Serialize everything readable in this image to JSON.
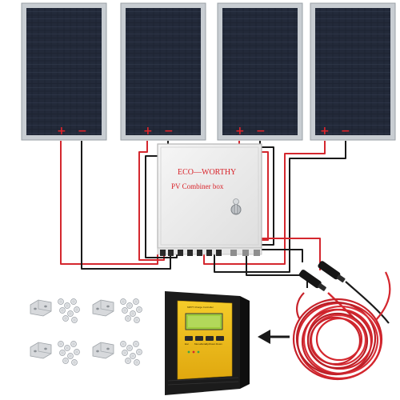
{
  "combiner_box": {
    "brand": "ECO—WORTHY",
    "label": "PV  Combiner  box"
  },
  "panels": [
    {
      "plus": "+",
      "minus": "−"
    },
    {
      "plus": "+",
      "minus": "−"
    },
    {
      "plus": "+",
      "minus": "−"
    },
    {
      "plus": "+",
      "minus": "−"
    }
  ],
  "controller": {
    "title": "MPPT Charge Controller",
    "button_labels": [
      "Esc",
      "Menu/Enter",
      "Up/Down",
      "Down"
    ]
  },
  "colors": {
    "panel_frame": "#c8cdd2",
    "cell": "#1c2230",
    "wire_red": "#d4272e",
    "wire_black": "#1a1a1a",
    "box": "#eeeeee",
    "controller_body": "#1b1b1b",
    "controller_face": "#f2c21b",
    "lcd": "#9fcc3b"
  }
}
